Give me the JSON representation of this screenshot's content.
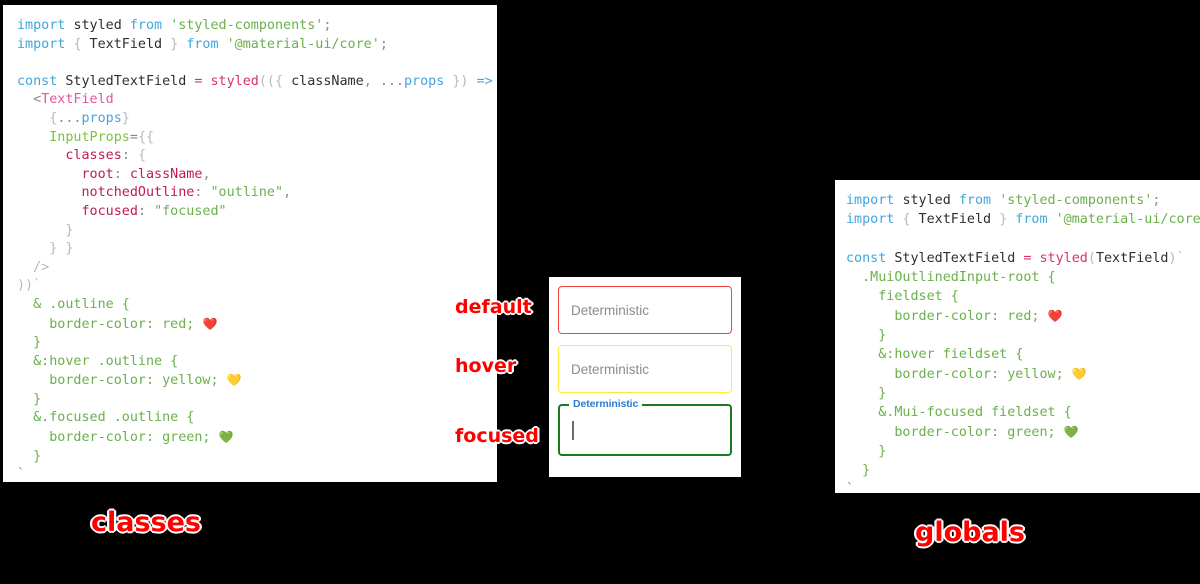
{
  "panels": {
    "classes": {
      "title": "classes",
      "lines": [
        [
          {
            "t": "import",
            "c": "kw"
          },
          {
            "t": " ",
            "c": "plain"
          },
          {
            "t": "styled",
            "c": "plain"
          },
          {
            "t": " ",
            "c": "plain"
          },
          {
            "t": "from",
            "c": "kw"
          },
          {
            "t": " ",
            "c": "plain"
          },
          {
            "t": "'styled-components'",
            "c": "str"
          },
          {
            "t": ";",
            "c": "punc2"
          }
        ],
        [
          {
            "t": "import",
            "c": "kw"
          },
          {
            "t": " ",
            "c": "plain"
          },
          {
            "t": "{",
            "c": "punc"
          },
          {
            "t": " TextField ",
            "c": "plain"
          },
          {
            "t": "}",
            "c": "punc"
          },
          {
            "t": " ",
            "c": "plain"
          },
          {
            "t": "from",
            "c": "kw"
          },
          {
            "t": " ",
            "c": "plain"
          },
          {
            "t": "'@material-ui/core'",
            "c": "str"
          },
          {
            "t": ";",
            "c": "punc2"
          }
        ],
        [],
        [
          {
            "t": "const",
            "c": "kw"
          },
          {
            "t": " StyledTextField ",
            "c": "plain"
          },
          {
            "t": "=",
            "c": "fn"
          },
          {
            "t": " ",
            "c": "plain"
          },
          {
            "t": "styled",
            "c": "fn"
          },
          {
            "t": "((",
            "c": "punc"
          },
          {
            "t": "{",
            "c": "punc"
          },
          {
            "t": " className",
            "c": "plain"
          },
          {
            "t": ",",
            "c": "punc2"
          },
          {
            "t": " ",
            "c": "plain"
          },
          {
            "t": "...",
            "c": "punc2"
          },
          {
            "t": "props ",
            "c": "var"
          },
          {
            "t": "})",
            "c": "punc"
          },
          {
            "t": " ",
            "c": "plain"
          },
          {
            "t": "=>",
            "c": "arrow"
          },
          {
            "t": " ",
            "c": "plain"
          },
          {
            "t": "(",
            "c": "punc"
          }
        ],
        [
          {
            "t": "  ",
            "c": "plain"
          },
          {
            "t": "<",
            "c": "punc2"
          },
          {
            "t": "TextField",
            "c": "tag"
          }
        ],
        [
          {
            "t": "    ",
            "c": "plain"
          },
          {
            "t": "{",
            "c": "punc"
          },
          {
            "t": "...",
            "c": "punc2"
          },
          {
            "t": "props",
            "c": "var"
          },
          {
            "t": "}",
            "c": "punc"
          }
        ],
        [
          {
            "t": "    ",
            "c": "plain"
          },
          {
            "t": "InputProps",
            "c": "prop"
          },
          {
            "t": "=",
            "c": "punc2"
          },
          {
            "t": "{{",
            "c": "punc"
          }
        ],
        [
          {
            "t": "      ",
            "c": "plain"
          },
          {
            "t": "classes",
            "c": "key"
          },
          {
            "t": ":",
            "c": "punc2"
          },
          {
            "t": " ",
            "c": "plain"
          },
          {
            "t": "{",
            "c": "punc"
          }
        ],
        [
          {
            "t": "        ",
            "c": "plain"
          },
          {
            "t": "root",
            "c": "key"
          },
          {
            "t": ":",
            "c": "punc2"
          },
          {
            "t": " ",
            "c": "plain"
          },
          {
            "t": "className",
            "c": "key"
          },
          {
            "t": ",",
            "c": "punc2"
          }
        ],
        [
          {
            "t": "        ",
            "c": "plain"
          },
          {
            "t": "notchedOutline",
            "c": "key"
          },
          {
            "t": ":",
            "c": "punc2"
          },
          {
            "t": " ",
            "c": "plain"
          },
          {
            "t": "\"outline\"",
            "c": "str"
          },
          {
            "t": ",",
            "c": "punc2"
          }
        ],
        [
          {
            "t": "        ",
            "c": "plain"
          },
          {
            "t": "focused",
            "c": "key"
          },
          {
            "t": ":",
            "c": "punc2"
          },
          {
            "t": " ",
            "c": "plain"
          },
          {
            "t": "\"focused\"",
            "c": "str"
          }
        ],
        [
          {
            "t": "      ",
            "c": "plain"
          },
          {
            "t": "}",
            "c": "punc"
          }
        ],
        [
          {
            "t": "    ",
            "c": "plain"
          },
          {
            "t": "} }",
            "c": "punc"
          }
        ],
        [
          {
            "t": "  ",
            "c": "plain"
          },
          {
            "t": "/>",
            "c": "punc"
          }
        ],
        [
          {
            "t": "))`",
            "c": "punc"
          }
        ],
        [
          {
            "t": "  ",
            "c": "plain"
          },
          {
            "t": "& .outline {",
            "c": "sel"
          }
        ],
        [
          {
            "t": "    ",
            "c": "plain"
          },
          {
            "t": "border-color: red; ",
            "c": "sel"
          },
          {
            "t": "❤️",
            "c": "emoji"
          }
        ],
        [
          {
            "t": "  ",
            "c": "plain"
          },
          {
            "t": "}",
            "c": "sel"
          }
        ],
        [
          {
            "t": "  ",
            "c": "plain"
          },
          {
            "t": "&:hover .outline {",
            "c": "sel"
          }
        ],
        [
          {
            "t": "    ",
            "c": "plain"
          },
          {
            "t": "border-color: yellow; ",
            "c": "sel"
          },
          {
            "t": "💛",
            "c": "emoji"
          }
        ],
        [
          {
            "t": "  ",
            "c": "plain"
          },
          {
            "t": "}",
            "c": "sel"
          }
        ],
        [
          {
            "t": "  ",
            "c": "plain"
          },
          {
            "t": "&.focused .outline {",
            "c": "sel"
          }
        ],
        [
          {
            "t": "    ",
            "c": "plain"
          },
          {
            "t": "border-color: green; ",
            "c": "sel"
          },
          {
            "t": "💚",
            "c": "emoji"
          }
        ],
        [
          {
            "t": "  ",
            "c": "plain"
          },
          {
            "t": "}",
            "c": "sel"
          }
        ],
        [
          {
            "t": "`",
            "c": "punc2"
          }
        ],
        [
          {
            "t": " ;",
            "c": "punc2"
          }
        ]
      ]
    },
    "globals": {
      "title": "globals",
      "lines": [
        [
          {
            "t": "import",
            "c": "kw"
          },
          {
            "t": " ",
            "c": "plain"
          },
          {
            "t": "styled",
            "c": "plain"
          },
          {
            "t": " ",
            "c": "plain"
          },
          {
            "t": "from",
            "c": "kw"
          },
          {
            "t": " ",
            "c": "plain"
          },
          {
            "t": "'styled-components'",
            "c": "str"
          },
          {
            "t": ";",
            "c": "punc2"
          }
        ],
        [
          {
            "t": "import",
            "c": "kw"
          },
          {
            "t": " ",
            "c": "plain"
          },
          {
            "t": "{",
            "c": "punc"
          },
          {
            "t": " TextField ",
            "c": "plain"
          },
          {
            "t": "}",
            "c": "punc"
          },
          {
            "t": " ",
            "c": "plain"
          },
          {
            "t": "from",
            "c": "kw"
          },
          {
            "t": " ",
            "c": "plain"
          },
          {
            "t": "'@material-ui/core'",
            "c": "str"
          },
          {
            "t": ";",
            "c": "punc2"
          }
        ],
        [],
        [
          {
            "t": "const",
            "c": "kw"
          },
          {
            "t": " StyledTextField ",
            "c": "plain"
          },
          {
            "t": "=",
            "c": "fn"
          },
          {
            "t": " ",
            "c": "plain"
          },
          {
            "t": "styled",
            "c": "fn"
          },
          {
            "t": "(",
            "c": "punc"
          },
          {
            "t": "TextField",
            "c": "plain"
          },
          {
            "t": ")`",
            "c": "punc"
          }
        ],
        [
          {
            "t": "  ",
            "c": "plain"
          },
          {
            "t": ".MuiOutlinedInput-root {",
            "c": "sel"
          }
        ],
        [
          {
            "t": "    ",
            "c": "plain"
          },
          {
            "t": "fieldset {",
            "c": "sel"
          }
        ],
        [
          {
            "t": "      ",
            "c": "plain"
          },
          {
            "t": "border-color: red; ",
            "c": "sel"
          },
          {
            "t": "❤️",
            "c": "emoji"
          }
        ],
        [
          {
            "t": "    ",
            "c": "plain"
          },
          {
            "t": "}",
            "c": "sel"
          }
        ],
        [
          {
            "t": "    ",
            "c": "plain"
          },
          {
            "t": "&:hover fieldset {",
            "c": "sel"
          }
        ],
        [
          {
            "t": "      ",
            "c": "plain"
          },
          {
            "t": "border-color: yellow; ",
            "c": "sel"
          },
          {
            "t": "💛",
            "c": "emoji"
          }
        ],
        [
          {
            "t": "    ",
            "c": "plain"
          },
          {
            "t": "}",
            "c": "sel"
          }
        ],
        [
          {
            "t": "    ",
            "c": "plain"
          },
          {
            "t": "&.Mui-focused fieldset {",
            "c": "sel"
          }
        ],
        [
          {
            "t": "      ",
            "c": "plain"
          },
          {
            "t": "border-color: green; ",
            "c": "sel"
          },
          {
            "t": "💚",
            "c": "emoji"
          }
        ],
        [
          {
            "t": "    ",
            "c": "plain"
          },
          {
            "t": "}",
            "c": "sel"
          }
        ],
        [
          {
            "t": "  ",
            "c": "plain"
          },
          {
            "t": "}",
            "c": "sel"
          }
        ],
        [
          {
            "t": "`",
            "c": "punc2"
          }
        ],
        [
          {
            "t": " ;",
            "c": "punc2"
          }
        ]
      ]
    }
  },
  "preview": {
    "fields": [
      {
        "state": "default",
        "placeholder": "Deterministic",
        "value": "",
        "border_color": "#f4433c",
        "label": ""
      },
      {
        "state": "hover",
        "placeholder": "Deterministic",
        "value": "",
        "border_color": "#ffeb3b",
        "label": ""
      },
      {
        "state": "focused",
        "placeholder": "",
        "value": "",
        "border_color": "#1a7a20",
        "label": "Deterministic"
      }
    ]
  },
  "annotations": {
    "default": "default",
    "hover": "hover",
    "focused": "focused",
    "classes": "classes",
    "globals": "globals"
  },
  "colors": {
    "red": "#f4433c",
    "yellow": "#ffeb3b",
    "green": "#1a7a20",
    "annotation_red": "#ff0000",
    "focused_label_blue": "#2b7cd3",
    "panel_background": "#ffffff",
    "page_background": "#000000"
  }
}
